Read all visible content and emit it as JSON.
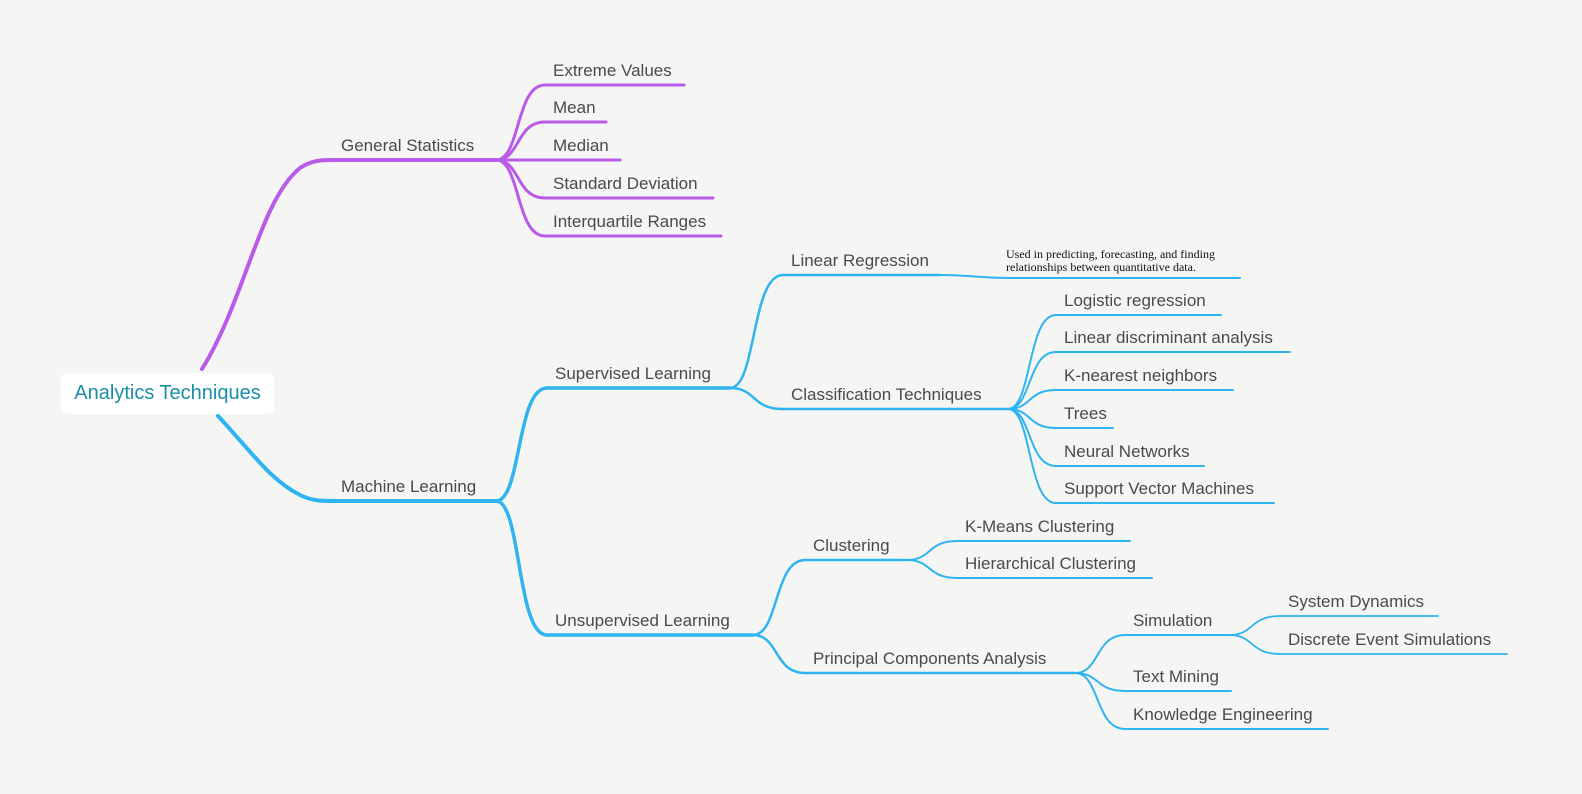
{
  "colors": {
    "background": "#f5f6f3",
    "general_statistics_branch": "#b95ae8",
    "machine_learning_branch": "#2eb4f0",
    "root_text": "#1a8fa8",
    "node_text": "#4a4a4a"
  },
  "root": {
    "label": "Analytics Techniques"
  },
  "general_statistics": {
    "label": "General Statistics",
    "children": [
      "Extreme Values",
      "Mean",
      "Median",
      "Standard Deviation",
      "Interquartile Ranges"
    ]
  },
  "machine_learning": {
    "label": "Machine Learning",
    "supervised": {
      "label": "Supervised Learning",
      "linear_regression": {
        "label": "Linear Regression",
        "note": "Used in predicting, forecasting, and finding relationships between quantitative data."
      },
      "classification": {
        "label": "Classification Techniques",
        "children": [
          "Logistic regression",
          "Linear discriminant analysis",
          "K-nearest neighbors",
          "Trees",
          "Neural Networks",
          "Support Vector Machines"
        ]
      }
    },
    "unsupervised": {
      "label": "Unsupervised Learning",
      "clustering": {
        "label": "Clustering",
        "children": [
          "K-Means Clustering",
          "Hierarchical Clustering"
        ]
      },
      "pca": {
        "label": "Principal Components Analysis",
        "simulation": {
          "label": "Simulation",
          "children": [
            "System Dynamics",
            "Discrete Event Simulations"
          ]
        },
        "children": [
          "Text Mining",
          "Knowledge Engineering"
        ]
      }
    }
  }
}
